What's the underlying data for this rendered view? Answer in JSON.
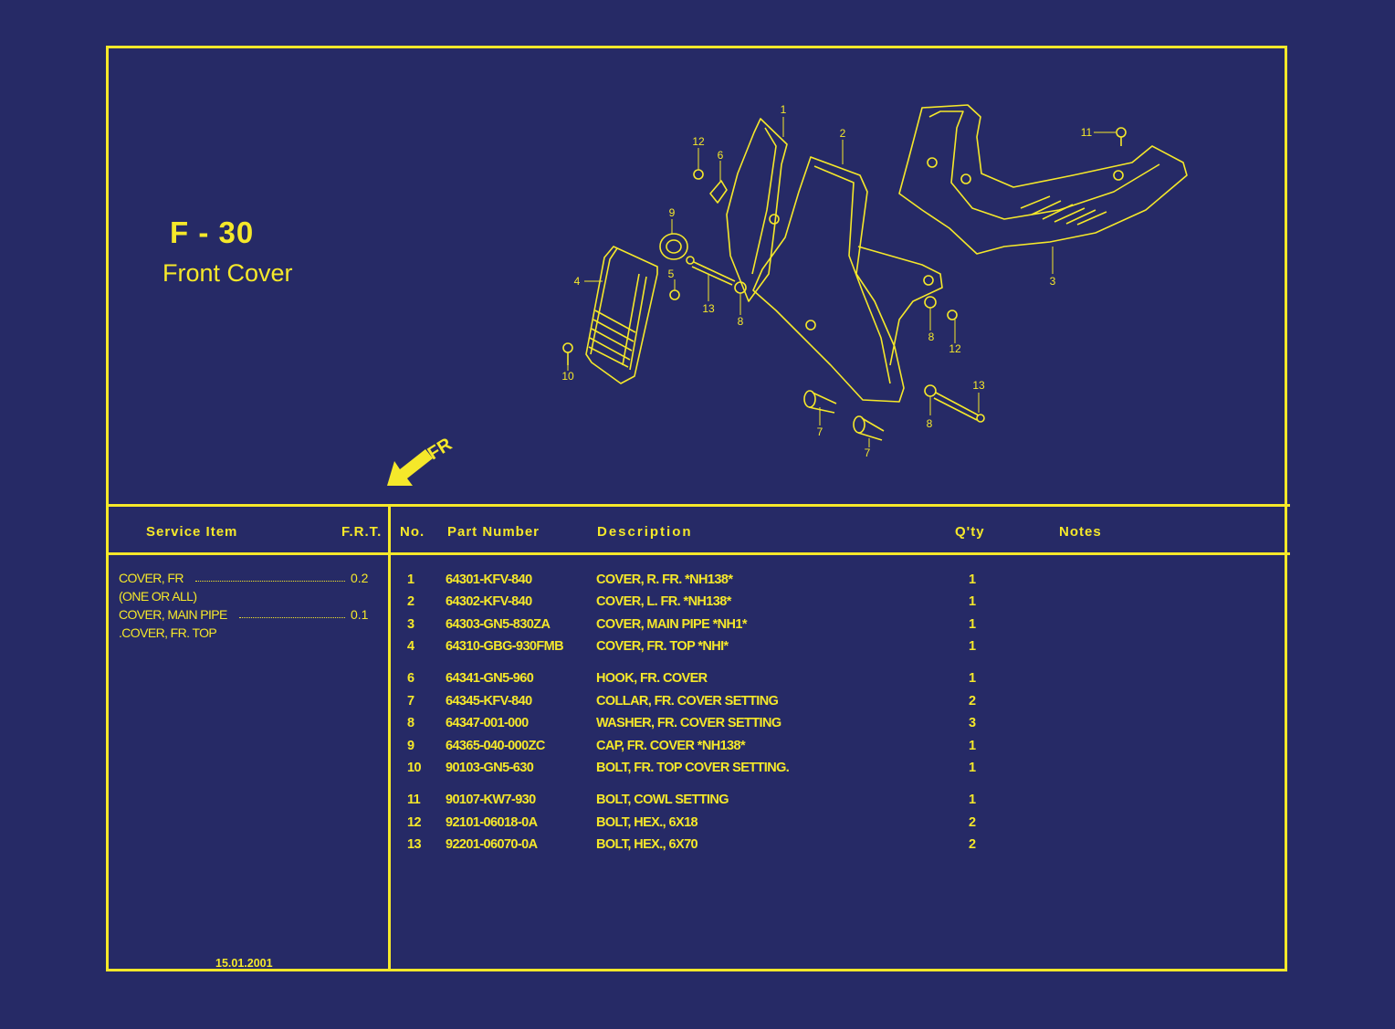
{
  "figure": {
    "code": "F - 30",
    "name": "Front Cover",
    "direction_label": "FR",
    "callouts": [
      "1",
      "2",
      "3",
      "4",
      "5",
      "6",
      "7",
      "7",
      "8",
      "8",
      "8",
      "9",
      "10",
      "11",
      "12",
      "12",
      "13",
      "13"
    ]
  },
  "service": {
    "header_item": "Service Item",
    "header_frt": "F.R.T.",
    "lines": [
      {
        "text": "COVER, FR",
        "frt": "0.2"
      },
      {
        "text": "(ONE OR ALL)",
        "frt": ""
      },
      {
        "text": "COVER, MAIN PIPE",
        "frt": "0.1"
      },
      {
        "text": ".COVER, FR. TOP",
        "frt": ""
      }
    ],
    "date": "15.01.2001"
  },
  "table": {
    "headers": {
      "no": "No.",
      "part_number": "Part Number",
      "description": "Description",
      "qty": "Q'ty",
      "notes": "Notes"
    },
    "rows": [
      {
        "no": "1",
        "part_number": "64301-KFV-840",
        "description": "COVER, R. FR. *NH138*",
        "qty": "1"
      },
      {
        "no": "2",
        "part_number": "64302-KFV-840",
        "description": "COVER, L. FR. *NH138*",
        "qty": "1"
      },
      {
        "no": "3",
        "part_number": "64303-GN5-830ZA",
        "description": "COVER, MAIN PIPE *NH1*",
        "qty": "1"
      },
      {
        "no": "4",
        "part_number": "64310-GBG-930FMB",
        "description": "COVER, FR. TOP *NHI*",
        "qty": "1"
      },
      {
        "no": "6",
        "part_number": "64341-GN5-960",
        "description": "HOOK, FR. COVER",
        "qty": "1"
      },
      {
        "no": "7",
        "part_number": "64345-KFV-840",
        "description": "COLLAR, FR. COVER SETTING",
        "qty": "2"
      },
      {
        "no": "8",
        "part_number": "64347-001-000",
        "description": "WASHER, FR. COVER SETTING",
        "qty": "3"
      },
      {
        "no": "9",
        "part_number": "64365-040-000ZC",
        "description": "CAP, FR. COVER *NH138*",
        "qty": "1"
      },
      {
        "no": "10",
        "part_number": "90103-GN5-630",
        "description": "BOLT, FR. TOP COVER SETTING.",
        "qty": "1"
      },
      {
        "no": "11",
        "part_number": "90107-KW7-930",
        "description": "BOLT, COWL SETTING",
        "qty": "1"
      },
      {
        "no": "12",
        "part_number": "92101-06018-0A",
        "description": "BOLT, HEX., 6X18",
        "qty": "2"
      },
      {
        "no": "13",
        "part_number": "92201-06070-0A",
        "description": "BOLT, HEX., 6X70",
        "qty": "2"
      }
    ]
  },
  "colors": {
    "background": "#262a66",
    "ink": "#f5e82a"
  }
}
